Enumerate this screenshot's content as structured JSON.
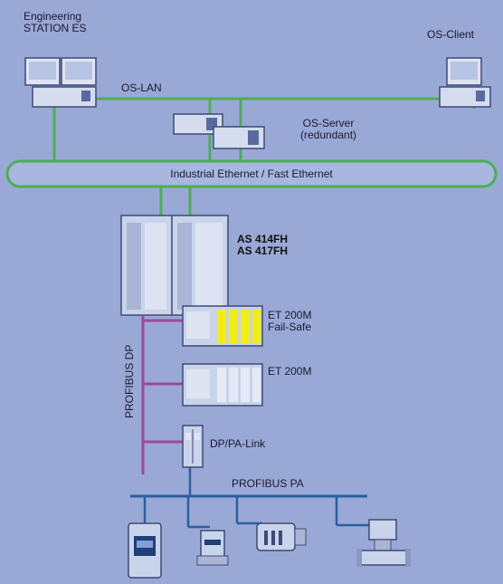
{
  "labels": {
    "engineering_station": [
      "Engineering",
      "STATION ES"
    ],
    "os_client": "OS-Client",
    "os_lan": "OS-LAN",
    "os_server": [
      "OS-Server",
      "(redundant)"
    ],
    "industrial_ethernet": "Industrial Ethernet / Fast Ethernet",
    "as_controllers": [
      "AS 414FH",
      "AS 417FH"
    ],
    "et200m_failsafe": [
      "ET 200M",
      "Fail-Safe"
    ],
    "et200m": "ET 200M",
    "profibus_dp": "PROFIBUS DP",
    "dp_pa_link": "DP/PA-Link",
    "profibus_pa": "PROFIBUS PA"
  },
  "colors": {
    "background": "#9aa8d6",
    "ethernet_bus": "#4caf50",
    "profibus_dp": "#9a4a9a",
    "profibus_pa": "#2a5fa0",
    "failsafe_modules": "#f2ee10",
    "device_body": "#c9d3ea"
  }
}
